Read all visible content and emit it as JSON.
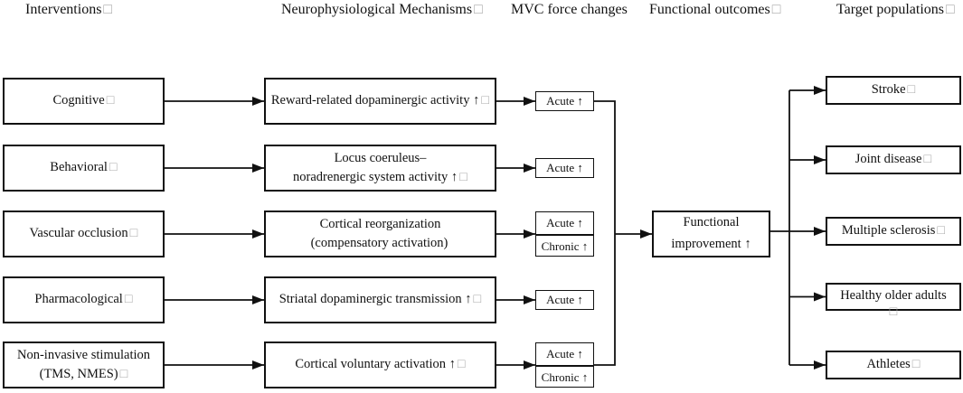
{
  "figure_type": "flow-diagram",
  "colors": {
    "line": "#111111",
    "text": "#111111",
    "placeholder_glyph": "#a9a9a9",
    "background": "#ffffff"
  },
  "glyphs": {
    "placeholder": "□",
    "up_arrow": "↑"
  },
  "headers": {
    "interventions": {
      "text": "Interventions",
      "ph": "□"
    },
    "mechanisms": {
      "text": "Neurophysiological Mechanisms",
      "ph": "□"
    },
    "mvc": {
      "text": "MVC force changes"
    },
    "outcomes": {
      "text": "Functional outcomes",
      "ph": "□"
    },
    "populations": {
      "text": "Target populations",
      "ph": "□"
    }
  },
  "interventions": [
    {
      "text": "Cognitive",
      "ph": "□"
    },
    {
      "text": "Behavioral",
      "ph": "□"
    },
    {
      "text": "Vascular occlusion",
      "ph": "□"
    },
    {
      "text": "Pharmacological",
      "ph": "□"
    },
    {
      "text": "Non-invasive stimulation\n(TMS, NMES)",
      "ph": "□"
    }
  ],
  "mechanisms": [
    {
      "text": "Reward-related dopaminergic activity ↑",
      "ph": "□"
    },
    {
      "text": "Locus coeruleus–\nnoradrenergic system activity ↑",
      "ph": "□"
    },
    {
      "text": "Cortical reorganization\n(compensatory activation)"
    },
    {
      "text": "Striatal dopaminergic transmission ↑",
      "ph": "□"
    },
    {
      "text": "Cortical voluntary activation ↑",
      "ph": "□"
    }
  ],
  "mvc_changes": [
    {
      "cells": [
        {
          "text": "Acute ↑"
        }
      ]
    },
    {
      "cells": [
        {
          "text": "Acute ↑"
        }
      ]
    },
    {
      "cells": [
        {
          "text": "Acute ↑"
        },
        {
          "text": "Chronic ↑"
        }
      ]
    },
    {
      "cells": [
        {
          "text": "Acute ↑"
        }
      ]
    },
    {
      "cells": [
        {
          "text": "Acute ↑"
        },
        {
          "text": "Chronic ↑"
        }
      ]
    }
  ],
  "outcome": {
    "text": "Functional\nimprovement ↑"
  },
  "populations": [
    {
      "text": "Stroke",
      "ph": "□"
    },
    {
      "text": "Joint disease",
      "ph": "□"
    },
    {
      "text": "Multiple sclerosis",
      "ph": "□"
    },
    {
      "text": "Healthy older adults",
      "ph": "□"
    },
    {
      "text": "Athletes",
      "ph": "□"
    }
  ]
}
